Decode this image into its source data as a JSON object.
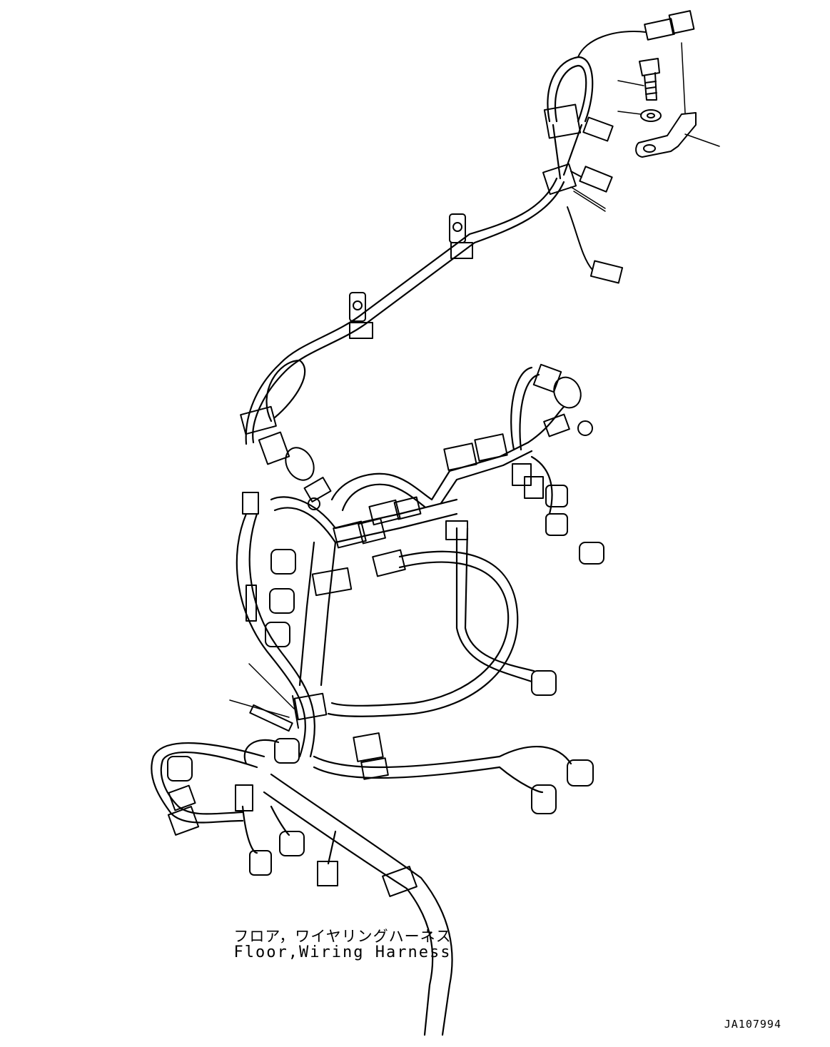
{
  "caption": {
    "japanese": "フロア，ワイヤリングハーネス",
    "english": "Floor,Wiring Harness"
  },
  "drawing_code": "JA107994",
  "colors": {
    "line": "#000000",
    "background": "#ffffff"
  }
}
